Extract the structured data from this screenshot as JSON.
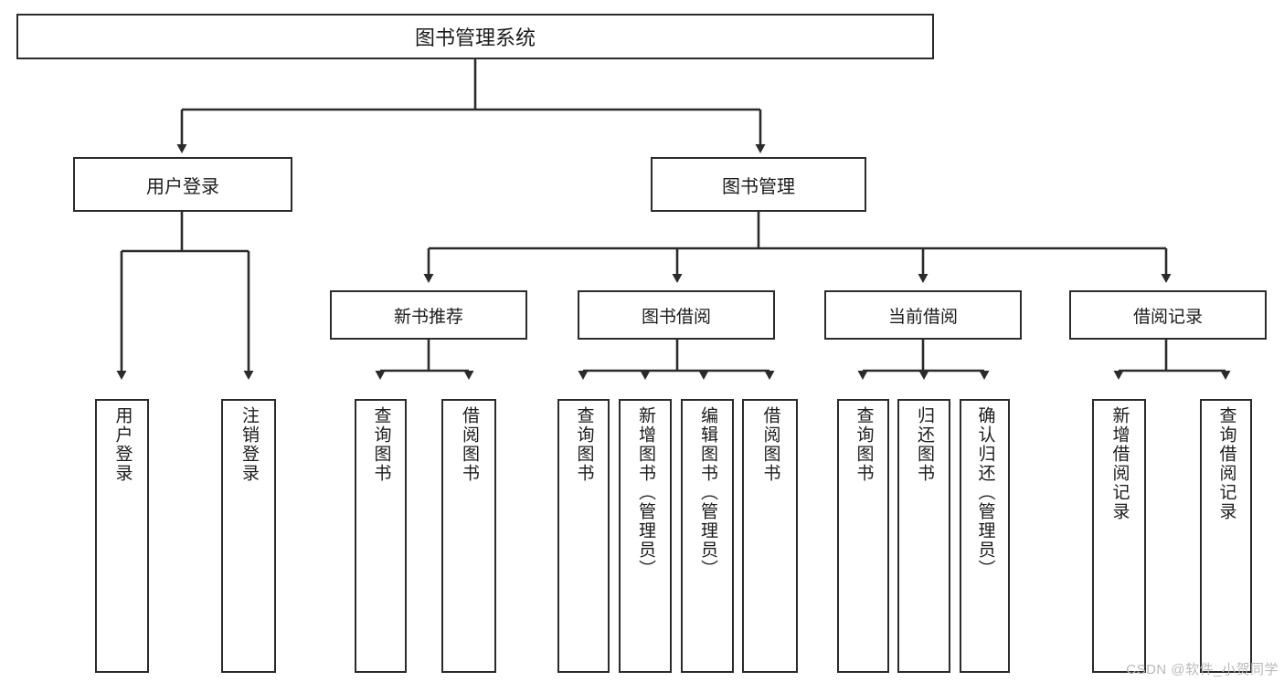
{
  "diagram": {
    "title": "图书管理系统",
    "type": "hierarchy-tree",
    "root": {
      "label": "图书管理系统"
    },
    "level2": [
      {
        "label": "用户登录"
      },
      {
        "label": "图书管理"
      }
    ],
    "level3": [
      {
        "label": "新书推荐"
      },
      {
        "label": "图书借阅"
      },
      {
        "label": "当前借阅"
      },
      {
        "label": "借阅记录"
      }
    ],
    "leaves": {
      "user_login": [
        {
          "label": "用户登录"
        },
        {
          "label": "注销登录"
        }
      ],
      "new_book_recommend": [
        {
          "label": "查询图书"
        },
        {
          "label": "借阅图书"
        }
      ],
      "book_borrow": [
        {
          "label": "查询图书"
        },
        {
          "label": "新增图书（管理员）"
        },
        {
          "label": "编辑图书（管理员）"
        },
        {
          "label": "借阅图书"
        }
      ],
      "current_borrow": [
        {
          "label": "查询图书"
        },
        {
          "label": "归还图书"
        },
        {
          "label": "确认归还（管理员）"
        }
      ],
      "borrow_record": [
        {
          "label": "新增借阅记录"
        },
        {
          "label": "查询借阅记录"
        }
      ]
    }
  },
  "watermark": {
    "text": "CSDN @软件_小贺同学"
  },
  "colors": {
    "box_border": "#2b2b2b",
    "box_fill": "#ffffff",
    "line": "#2b2b2b",
    "text": "#1b1b1b",
    "watermark": "#b9b9b9"
  }
}
